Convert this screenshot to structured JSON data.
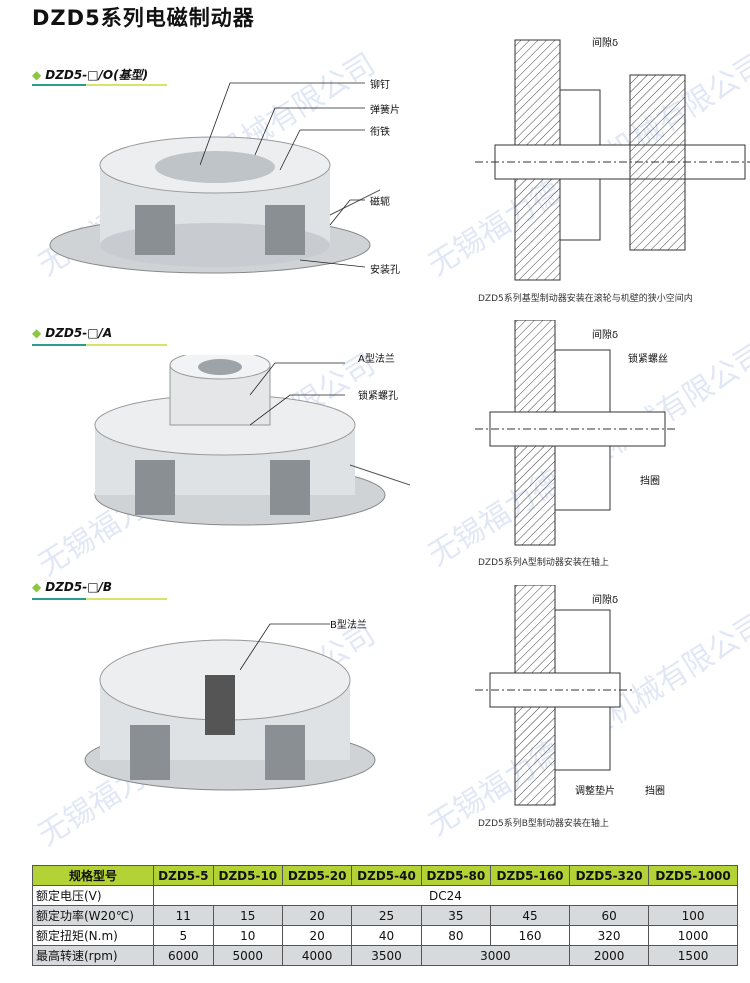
{
  "title": "DZD5系列电磁制动器",
  "watermark": "无锡福力德液压机械有限公司",
  "sections": [
    {
      "heading": "DZD5-□/O(基型)",
      "labels": [
        "铆钉",
        "弹簧片",
        "衔铁",
        "磁轭",
        "安装孔"
      ],
      "diagram_label": "间隙δ",
      "caption": "DZD5系列基型制动器安装在滚轮与机壁的狭小空间内"
    },
    {
      "heading": "DZD5-□/A",
      "labels": [
        "A型法兰",
        "锁紧螺孔"
      ],
      "diagram_labels": [
        "间隙δ",
        "锁紧螺丝",
        "挡圈"
      ],
      "caption": "DZD5系列A型制动器安装在轴上"
    },
    {
      "heading": "DZD5-□/B",
      "labels": [
        "B型法兰"
      ],
      "diagram_labels": [
        "间隙δ",
        "调整垫片",
        "挡圈"
      ],
      "caption": "DZD5系列B型制动器安装在轴上"
    }
  ],
  "table": {
    "header": [
      "规格型号",
      "DZD5-5",
      "DZD5-10",
      "DZD5-20",
      "DZD5-40",
      "DZD5-80",
      "DZD5-160",
      "DZD5-320",
      "DZD5-1000"
    ],
    "voltage": {
      "label": "额定电压(V)",
      "value": "DC24"
    },
    "power": {
      "label": "额定功率(W20℃)",
      "values": [
        "11",
        "15",
        "20",
        "25",
        "35",
        "45",
        "60",
        "100"
      ]
    },
    "torque": {
      "label": "额定扭矩(N.m)",
      "values": [
        "5",
        "10",
        "20",
        "40",
        "80",
        "160",
        "320",
        "1000"
      ]
    },
    "speed": {
      "label": "最高转速(rpm)",
      "values": [
        "6000",
        "5000",
        "4000",
        "3500",
        "3000",
        "2000",
        "1500"
      ]
    }
  },
  "colors": {
    "header_green": "#b3d235",
    "row_gray": "#d6dadd"
  }
}
